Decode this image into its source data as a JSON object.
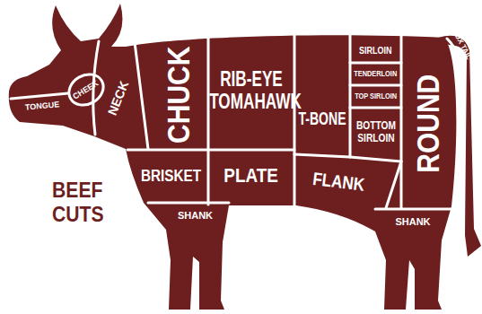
{
  "diagram": {
    "title": "BEEF CUTS",
    "nodes": [
      {
        "text": [
          "TONGUE"
        ]
      },
      {
        "text": [
          "CHEEK"
        ]
      },
      {
        "text": [
          "NECK"
        ]
      },
      {
        "text": [
          "CHUCK"
        ]
      },
      {
        "text": [
          "RIB-EYE TOMAHAWK"
        ]
      },
      {
        "text": [
          "BRISKET"
        ]
      },
      {
        "text": [
          "PLATE"
        ]
      },
      {
        "text": [
          "SHANK"
        ]
      },
      {
        "text": [
          "T-BONE"
        ]
      },
      {
        "text": [
          "SIRLOIN"
        ]
      },
      {
        "text": [
          "TENDERLOIN"
        ]
      },
      {
        "text": [
          "TOP SIRLOIN"
        ]
      },
      {
        "text": [
          "BOTTOM SIRLOIN"
        ]
      },
      {
        "text": [
          "FLANK"
        ]
      },
      {
        "text": [
          "ROUND"
        ]
      },
      {
        "text": [
          "SHANK"
        ]
      },
      {
        "text": [
          "OX TAIL"
        ]
      }
    ]
  }
}
